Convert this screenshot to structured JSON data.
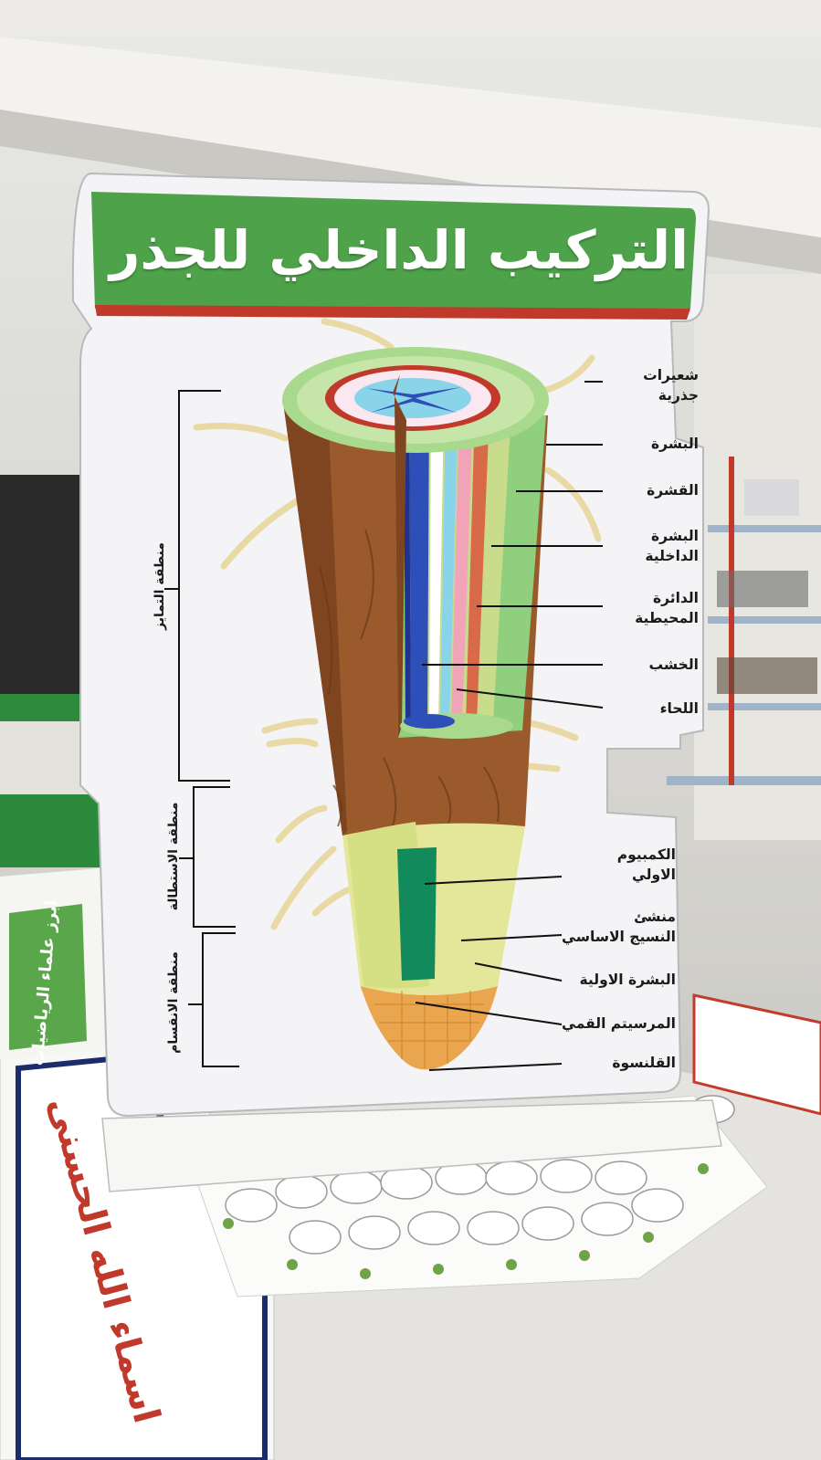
{
  "poster": {
    "title": "التركيب الداخلي للجذر",
    "labels": {
      "root_hairs": "شعيرات\nجذرية",
      "epidermis": "البشرة",
      "cortex": "القشرة",
      "endodermis": "البشرة\nالداخلية",
      "pericycle": "الدائرة\nالمحيطية",
      "xylem": "الخشب",
      "phloem": "اللحاء",
      "procambium": "الكمبيوم\nالاولي",
      "ground_meristem": "منشئ\nالنسيج الاساسي",
      "protoderm": "البشرة الاولية",
      "apical_meristem": "المرسيتم القمي",
      "root_cap": "القلنسوة"
    },
    "zones": {
      "differentiation": "منطقة التمايز",
      "elongation": "منطقة الاستطالة",
      "division": "منطقة الانقسام"
    }
  },
  "background": {
    "left_board_title": "اسماء الله الحسنى",
    "side_board_title": "ابرز علماء الرياضيات"
  },
  "colors": {
    "title_green": "#4ea24a",
    "epidermis": "#c9dc8c",
    "cortex_brown": "#9b5a2c",
    "xylem_blue": "#2f4fb8",
    "phloem_pink": "#f1a3b7",
    "cap_orange": "#e9a64e"
  }
}
